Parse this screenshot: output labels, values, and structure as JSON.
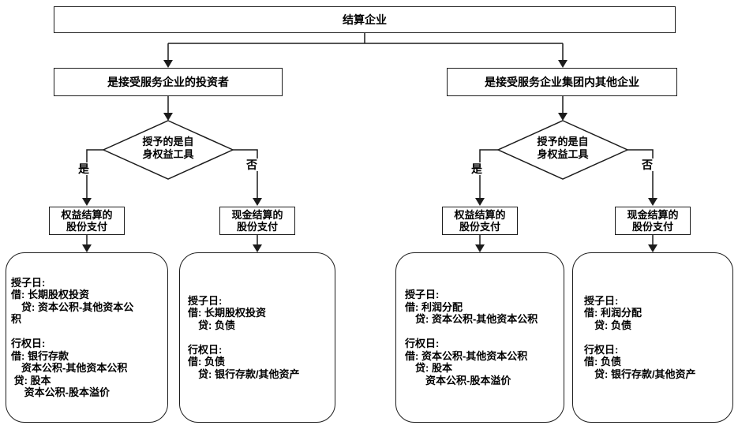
{
  "colors": {
    "line": "#1c1c1c",
    "background": "#ffffff",
    "text": "#000000"
  },
  "root": {
    "label": "结算企业"
  },
  "branches": {
    "investor": {
      "label": "是接受服务企业的投资者"
    },
    "group": {
      "label": "是接受服务企业集团内其他企业"
    }
  },
  "decisions": {
    "left": {
      "text": "授予的是自\n身权益工具"
    },
    "right": {
      "text": "授予的是自\n身权益工具"
    }
  },
  "edge_labels": {
    "yes": "是",
    "no": "否"
  },
  "outcomes": {
    "equity_left": {
      "text": "权益结算的\n股份支付"
    },
    "cash_left": {
      "text": "现金结算的\n股份支付"
    },
    "equity_right": {
      "text": "权益结算的\n股份支付"
    },
    "cash_right": {
      "text": "现金结算的\n股份支付"
    }
  },
  "entries": {
    "box1": {
      "text": "授子日:\n借: 长期股权投资\n　贷: 资本公积-其他资本公\n积\n\n行权日:\n借: 银行存款\n　资本公积-其他资本公积\n 贷: 股本\n　 资本公积-股本溢价"
    },
    "box2": {
      "text": "授子日:\n借: 长期股权投资\n　贷: 负债\n\n行权日:\n借: 负债\n　贷: 银行存款/其他资产"
    },
    "box3": {
      "text": "授子日:\n借: 利润分配\n　贷: 资本公积-其他资本公积\n\n行权日:\n借: 资本公积-其他资本公积\n　贷: 股本\n　　资本公积-股本溢价"
    },
    "box4": {
      "text": "授子日:\n借: 利润分配\n　贷: 负债\n\n行权日:\n借: 负债\n　贷: 银行存款/其他资产"
    }
  }
}
